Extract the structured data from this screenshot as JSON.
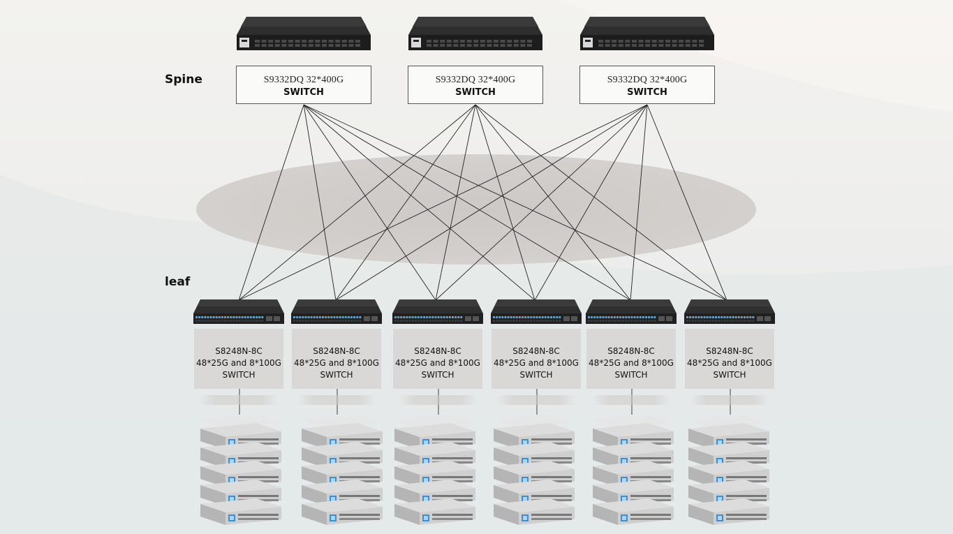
{
  "labels": {
    "spine": "Spine",
    "leaf": "leaf"
  },
  "spines": [
    {
      "model": "S9332DQ 32*400G",
      "type": "SWITCH"
    },
    {
      "model": "S9332DQ 32*400G",
      "type": "SWITCH"
    },
    {
      "model": "S9332DQ 32*400G",
      "type": "SWITCH"
    }
  ],
  "leaves": [
    {
      "model": "S8248N-8C",
      "ports": "48*25G and 8*100G",
      "type": "SWITCH"
    },
    {
      "model": "S8248N-8C",
      "ports": "48*25G and 8*100G",
      "type": "SWITCH"
    },
    {
      "model": "S8248N-8C",
      "ports": "48*25G and 8*100G",
      "type": "SWITCH"
    },
    {
      "model": "S8248N-8C",
      "ports": "48*25G and 8*100G",
      "type": "SWITCH"
    },
    {
      "model": "S8248N-8C",
      "ports": "48*25G and 8*100G",
      "type": "SWITCH"
    },
    {
      "model": "S8248N-8C",
      "ports": "48*25G and 8*100G",
      "type": "SWITCH"
    }
  ],
  "colors": {
    "line": "#222222",
    "leaf_box": "#d9d8d6",
    "ellipse": "#cfcbc8",
    "leaf_port_led": "#4aa8e0"
  },
  "icons": {
    "spine_device": "spine-switch-icon",
    "leaf_device": "leaf-switch-icon",
    "servers": "server-rack-stack-icon"
  }
}
